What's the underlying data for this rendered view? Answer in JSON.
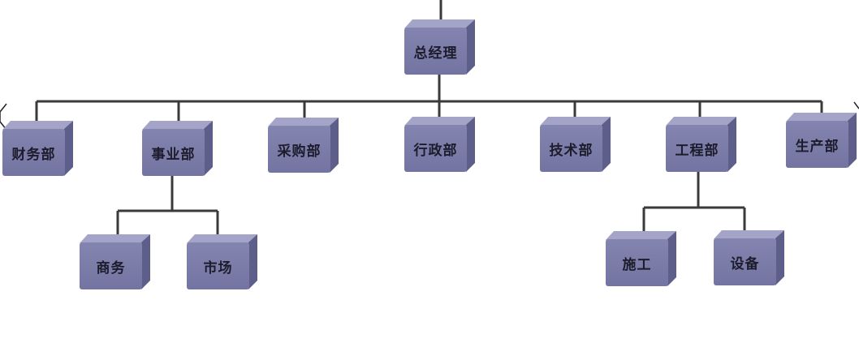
{
  "org_chart": {
    "root": "总经理",
    "departments": [
      "财务部",
      "事业部",
      "采购部",
      "行政部",
      "技术部",
      "工程部",
      "生产部"
    ],
    "business_sub": [
      "商务",
      "市场"
    ],
    "engineering_sub": [
      "施工",
      "设备"
    ]
  },
  "colors": {
    "box_front": "#7878a6",
    "box_top": "#a4a4c8",
    "box_side": "#5e5e8a",
    "line": "#3a3a3a"
  }
}
